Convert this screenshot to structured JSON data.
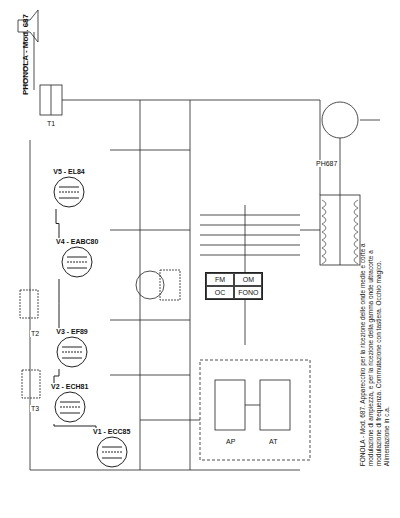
{
  "diagram": {
    "title": "PHONOLA - Mod. 687",
    "caption": "FONOLA - Mod. 687. Apparecchio per la ricezione delle onde medie e corte a modulazione di ampiezza, e per la ricezione della gamma onde ultracorte a modulazione di frequenza. Commutazione con tastiera. Occhio magico. Alimentazione in c.a.",
    "nodes": [
      {
        "text": [
          "V5 - EL84"
        ]
      },
      {
        "text": [
          "V4 - EABC80"
        ]
      },
      {
        "text": [
          "V3 - EF89"
        ]
      },
      {
        "text": [
          "V2 - ECH81"
        ]
      },
      {
        "text": [
          "V1 - ECC85"
        ]
      },
      {
        "text": [
          "FM",
          "OM",
          "OC",
          "FONO"
        ]
      }
    ],
    "edges": [
      {
        "from": 4,
        "to": 3,
        "arrow": "none"
      },
      {
        "from": 3,
        "to": 2,
        "arrow": "none"
      },
      {
        "from": 2,
        "to": 1,
        "arrow": "none"
      },
      {
        "from": 1,
        "to": 0,
        "arrow": "none"
      }
    ],
    "labels": [
      "PH687",
      "T1",
      "T2",
      "T3",
      "AP",
      "AT"
    ]
  }
}
